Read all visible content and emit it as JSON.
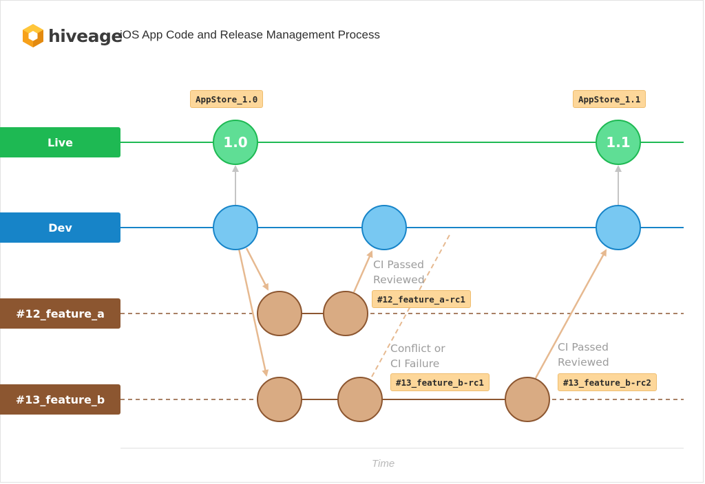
{
  "brand": {
    "logo_text": "hiveage"
  },
  "title": "iOS App Code and Release Management Process",
  "lanes": [
    {
      "label": "Live",
      "color": "#1eb953"
    },
    {
      "label": "Dev",
      "color": "#1784c8"
    },
    {
      "label": "#12_feature_a",
      "color": "#8c5630"
    },
    {
      "label": "#13_feature_b",
      "color": "#8c5630"
    }
  ],
  "tags": {
    "appstore_1_0": "AppStore_1.0",
    "appstore_1_1": "AppStore_1.1",
    "feature_a_rc1": "#12_feature_a-rc1",
    "feature_b_rc1": "#13_feature_b-rc1",
    "feature_b_rc2": "#13_feature_b-rc2"
  },
  "nodes": {
    "live_1_0": "1.0",
    "live_1_1": "1.1"
  },
  "notes": {
    "ci_passed_a_line1": "CI Passed",
    "ci_passed_a_line2": "Reviewed",
    "conflict_line1": "Conflict or",
    "conflict_line2": "CI Failure",
    "ci_passed_b_line1": "CI Passed",
    "ci_passed_b_line2": "Reviewed"
  },
  "axis": {
    "label": "Time"
  },
  "colors": {
    "live_node_fill": "#5fde95",
    "live_node_stroke": "#1eb953",
    "dev_node_fill": "#78c8f2",
    "dev_node_stroke": "#1784c8",
    "feature_node_fill": "#d9ab83",
    "feature_node_stroke": "#8c5630",
    "arrow": "#e6b990",
    "promote_arrow": "#c4c4c4"
  }
}
